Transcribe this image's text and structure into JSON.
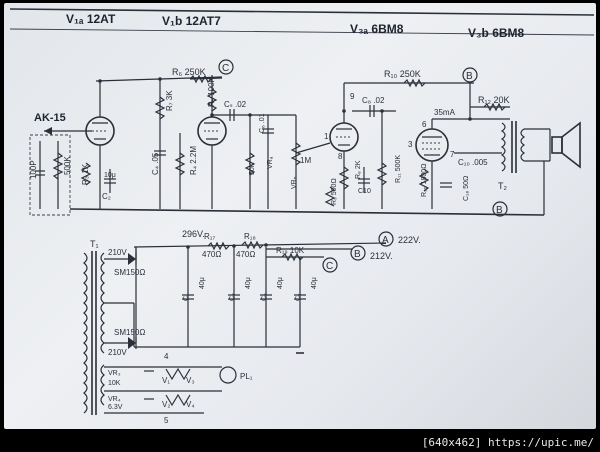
{
  "headers": {
    "v1a": "V₁ₐ 12AT",
    "v1b": "V₁b 12AT7",
    "v3a": "V₃ₐ 6BM8",
    "v3b": "V₃b 6BM8"
  },
  "components": {
    "r6": "R₆ 250K",
    "c_node": "C",
    "r5": "R₅ 100K",
    "cs": "Cₛ .02",
    "r7": "R₇ 3K",
    "r4": "R₄ 2.2M",
    "c4": "C₄ .05",
    "r3": "R₃ 1K",
    "c2": "C₂",
    "c2v": "10μ",
    "input": "AK-15",
    "c100p": "100P",
    "r500k": "500K",
    "r50k": "50K",
    "vr_a": "VRₐ",
    "c6": "C₆ .01",
    "r1m": "1M",
    "vr_b": "VR₅",
    "r10": "R₁₀ 250K",
    "b_node": "B",
    "c8": "C₈ .02",
    "r12": "R₁₂ 20K",
    "ma35": "35mA",
    "pin9": "9",
    "pin1": "1",
    "pin8": "8",
    "pin6": "6",
    "pin3": "3",
    "pin7": "7",
    "c10": "C10",
    "r9": "R₉ 500Ω",
    "r8": "R₈ 2K",
    "r11": "R₁₁ 500K",
    "r20": "R₂₀ 1800Ω",
    "c18": "C₁₈ 50Ω",
    "c_out": "C₁₀ .005",
    "t2": "T₂",
    "b_node2": "B"
  },
  "power": {
    "v296": "296V.",
    "r17": "R₁₇",
    "r17v": "470Ω",
    "r18": "R₁₈",
    "r18v": "470Ω",
    "r19": "R₁₉ 10K",
    "a_node": "A",
    "v222": "222V.",
    "b_node": "B",
    "v212": "212V.",
    "c_node": "C",
    "t1": "T₁",
    "v210a": "210V",
    "sm150a": "SM150Ω",
    "sm150b": "SM150Ω",
    "v210b": "210V",
    "c1": "C₁",
    "c1v": "40μ",
    "c3": "C₃",
    "c3v": "40μ",
    "c5": "C₅",
    "c5v": "40μ",
    "c7": "C₇",
    "c7v": "40μ",
    "pin4": "4",
    "pin5": "5",
    "vr3": "VR₃",
    "vr4": "VR₄",
    "v1": "V₁",
    "v3": "V₃",
    "v2": "V₂",
    "v4": "V₄",
    "pl": "PL₁",
    "k10": "10K",
    "s6v": "6.3V"
  },
  "footer": "[640x462] https://upic.me/"
}
